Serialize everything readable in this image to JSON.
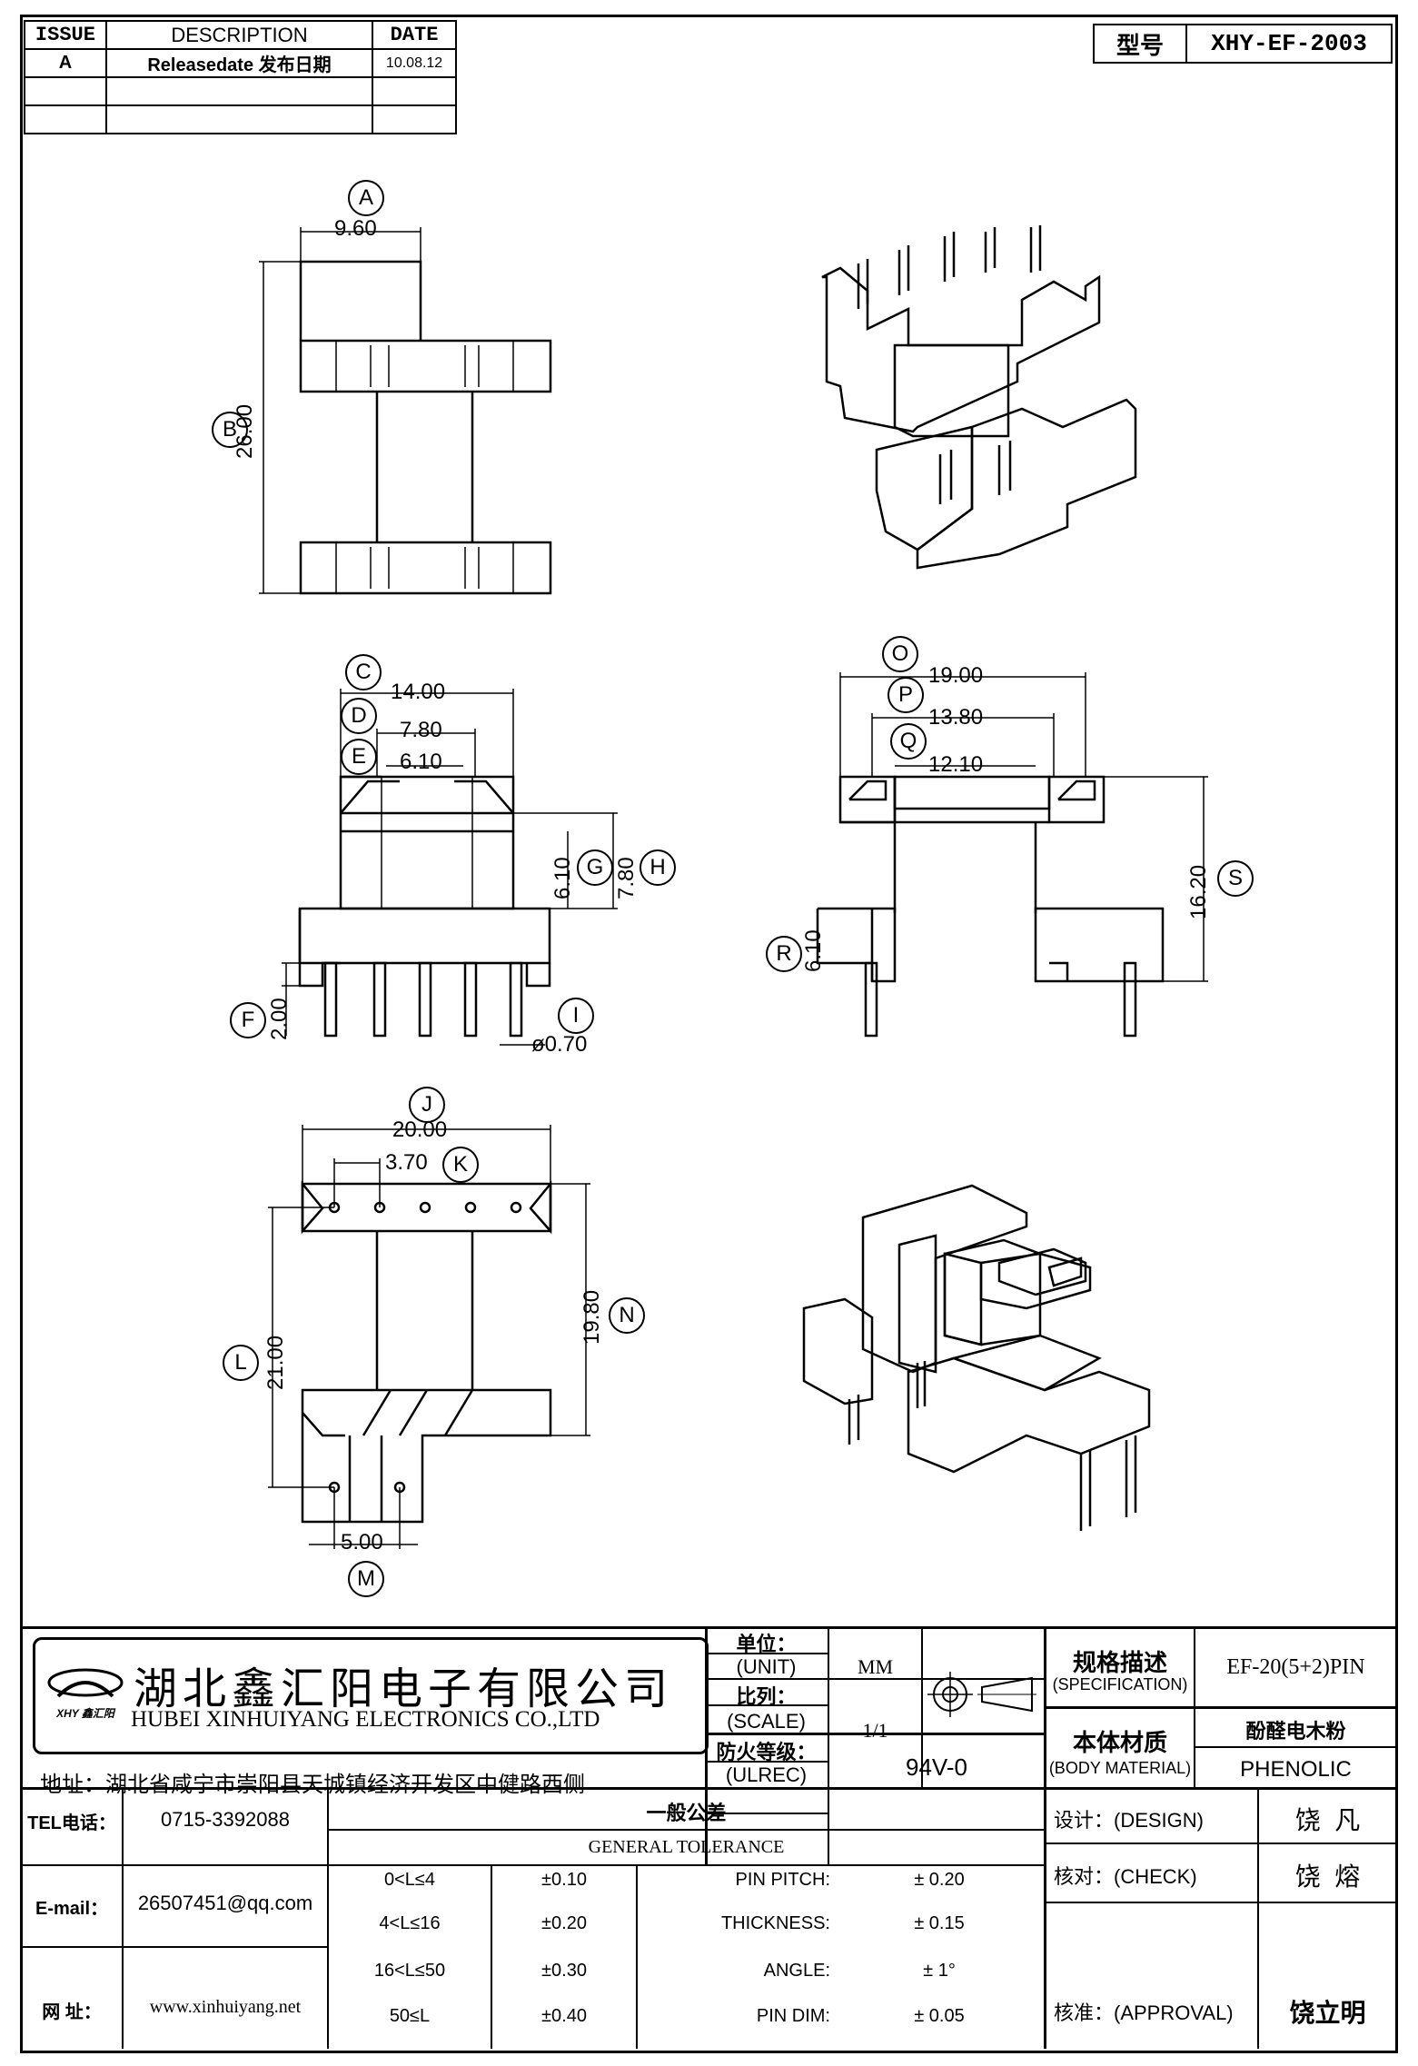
{
  "revision_table": {
    "headers": {
      "issue": "ISSUE",
      "description": "DESCRIPTION",
      "date": "DATE"
    },
    "rows": [
      {
        "issue": "A",
        "description": "Releasedate 发布日期",
        "date": "10.08.12"
      },
      {
        "issue": "",
        "description": "",
        "date": ""
      },
      {
        "issue": "",
        "description": "",
        "date": ""
      }
    ]
  },
  "model": {
    "label": "型号",
    "value": "XHY-EF-2003"
  },
  "dimensions": {
    "A": {
      "letter": "A",
      "value": "9.60"
    },
    "B": {
      "letter": "B",
      "value": "26.00"
    },
    "C": {
      "letter": "C",
      "value": "14.00"
    },
    "D": {
      "letter": "D",
      "value": "7.80"
    },
    "E": {
      "letter": "E",
      "value": "6.10"
    },
    "F": {
      "letter": "F",
      "value": "2.00"
    },
    "G": {
      "letter": "G",
      "value": "6.10"
    },
    "H": {
      "letter": "H",
      "value": "7.80"
    },
    "I": {
      "letter": "I",
      "value": "ø0.70"
    },
    "J": {
      "letter": "J",
      "value": "20.00"
    },
    "K": {
      "letter": "K",
      "value": "3.70"
    },
    "L": {
      "letter": "L",
      "value": "21.00"
    },
    "M": {
      "letter": "M",
      "value": "5.00"
    },
    "N": {
      "letter": "N",
      "value": "19.80"
    },
    "O": {
      "letter": "O",
      "value": "19.00"
    },
    "P": {
      "letter": "P",
      "value": "13.80"
    },
    "Q": {
      "letter": "Q",
      "value": "12.10"
    },
    "R": {
      "letter": "R",
      "value": "6.10"
    },
    "S": {
      "letter": "S",
      "value": "16.20"
    }
  },
  "company": {
    "name_cn": "湖北鑫汇阳电子有限公司",
    "name_en": "HUBEI XINHUIYANG ELECTRONICS CO.,LTD",
    "address": "地址：湖北省咸宁市崇阳县天城镇经济开发区中健路西侧",
    "logo_text": "XHY 鑫汇阳"
  },
  "unit": {
    "label_cn": "单位：",
    "label_en": "(UNIT)",
    "value": "MM"
  },
  "scale": {
    "label_cn": "比列：",
    "label_en": "(SCALE)",
    "value": "1/1"
  },
  "ulrec": {
    "label_cn": "防火等级：",
    "label_en": "(ULREC)",
    "value": "94V-0"
  },
  "specification": {
    "label_cn": "规格描述",
    "label_en": "(SPECIFICATION)",
    "value": "EF-20(5+2)PIN"
  },
  "body_material": {
    "label_cn": "本体材质",
    "label_en": "(BODY MATERIAL)",
    "value_cn": "酚醛电木粉",
    "value_en": "PHENOLIC"
  },
  "contact": {
    "tel_label": "TEL电话：",
    "tel": "0715-3392088",
    "email_label": "E-mail：",
    "email": "26507451@qq.com",
    "web_label": "网  址：",
    "web": "www.xinhuiyang.net"
  },
  "tolerance": {
    "title_cn": "一般公差",
    "title_en": "GENERAL TOLERANCE",
    "ranges": [
      {
        "range": "0<L≤4",
        "tol": "±0.10"
      },
      {
        "range": "4<L≤16",
        "tol": "±0.20"
      },
      {
        "range": "16<L≤50",
        "tol": "±0.30"
      },
      {
        "range": "50≤L",
        "tol": "±0.40"
      }
    ],
    "pin": [
      {
        "label": "PIN PITCH:",
        "tol": "± 0.20"
      },
      {
        "label": "THICKNESS:",
        "tol": "± 0.15"
      },
      {
        "label": "ANGLE:",
        "tol": "± 1°"
      },
      {
        "label": "PIN DIM:",
        "tol": "± 0.05"
      }
    ]
  },
  "approvals": {
    "design_label": "设计：(DESIGN)",
    "design": "饶  凡",
    "check_label": "核对：(CHECK)",
    "check": "饶  熔",
    "approval_label": "核准：(APPROVAL)",
    "approval": "饶立明"
  }
}
